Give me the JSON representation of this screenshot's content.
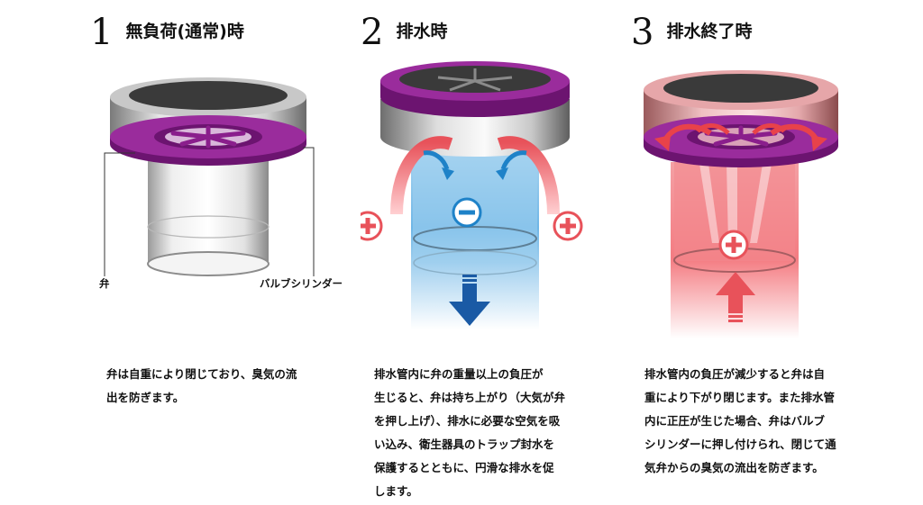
{
  "panels": [
    {
      "number": "1",
      "title": "無負荷(通常)時",
      "description": "弁は自重により閉じており、臭気の流\n出を防ぎます。",
      "labels": {
        "valve": "弁",
        "cylinder": "バルブシリンダー"
      }
    },
    {
      "number": "2",
      "title": "排水時",
      "description": "排水管内に弁の重量以上の負圧が\n生じると、弁は持ち上がり（大気が弁\nを押し上げ）、排水に必要な空気を吸\nい込み、衛生器具のトラップ封水を\n保護するとともに、円滑な排水を促\nします。"
    },
    {
      "number": "3",
      "title": "排水終了時",
      "description": "排水管内の負圧が減少すると弁は自\n重により下がり閉じます。また排水管\n内に正圧が生じた場合、弁はバルブ\nシリンダーに押し付けられ、閉じて通\n気弁からの臭気の流出を防ぎます。"
    }
  ],
  "colors": {
    "valve_purple": "#8a1e8c",
    "valve_light": "#b24cb4",
    "positive_red": "#e8525a",
    "negative_blue": "#1e82c8",
    "flow_blue": "#1a5aa5",
    "gray_dark": "#3a3a3a",
    "gray_mid": "#9a9a9a"
  },
  "icons": [
    "plus-icon",
    "minus-icon",
    "arrow-down-icon",
    "arrow-up-icon",
    "curved-arrow-icon"
  ]
}
